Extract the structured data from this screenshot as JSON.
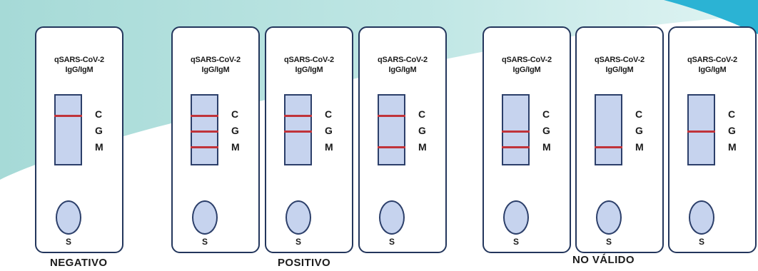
{
  "colors": {
    "band_start": "#a6dad7",
    "band_end": "#cdeeed",
    "corner_accent": "#2bb3d4",
    "cassette_border": "#23365c",
    "window_fill": "#c6d3ee",
    "test_line": "#c0333a"
  },
  "strip": {
    "name_line1": "qSARS-CoV-2",
    "name_line2": "IgG/IgM",
    "label_c": "C",
    "label_g": "G",
    "label_m": "M",
    "label_s": "S"
  },
  "cassettes": [
    {
      "group": "negativo",
      "lines": {
        "C": true,
        "G": false,
        "M": false
      }
    },
    {
      "group": "positivo",
      "lines": {
        "C": true,
        "G": true,
        "M": true
      }
    },
    {
      "group": "positivo",
      "lines": {
        "C": true,
        "G": true,
        "M": false
      }
    },
    {
      "group": "positivo",
      "lines": {
        "C": true,
        "G": false,
        "M": true
      }
    },
    {
      "group": "no_valido",
      "lines": {
        "C": false,
        "G": true,
        "M": true
      }
    },
    {
      "group": "no_valido",
      "lines": {
        "C": false,
        "G": false,
        "M": true
      }
    },
    {
      "group": "no_valido",
      "lines": {
        "C": false,
        "G": true,
        "M": false
      }
    }
  ],
  "captions": {
    "negativo": "NEGATIVO",
    "positivo": "POSITIVO",
    "no_valido": "NO VÁLIDO"
  }
}
